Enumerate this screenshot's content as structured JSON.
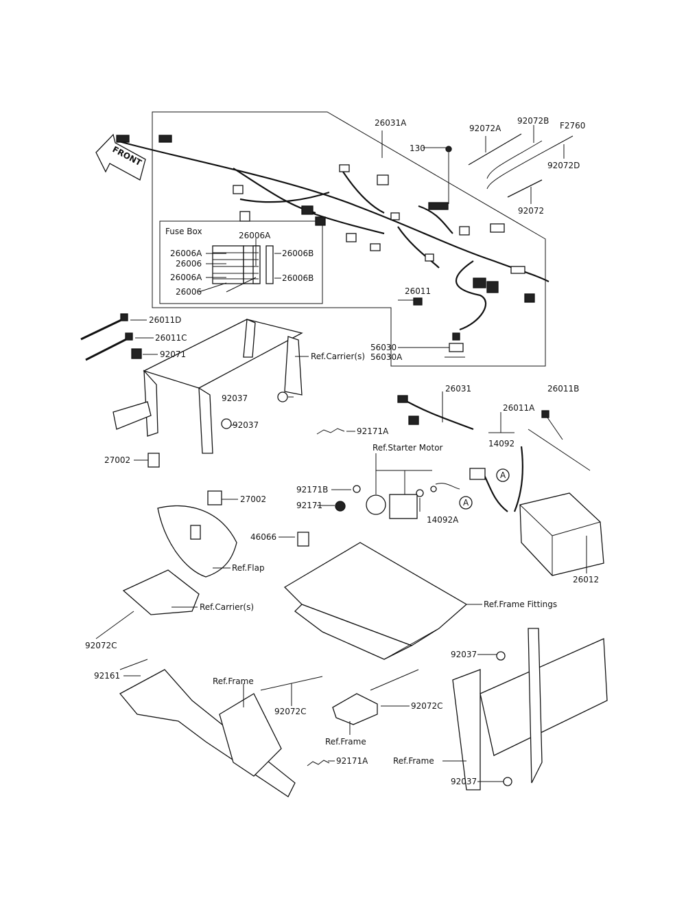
{
  "front_arrow": {
    "label": "FRONT",
    "icon": "front-arrow-icon"
  },
  "fuse_box": {
    "title": "Fuse Box",
    "labels": [
      "26006A",
      "26006A",
      "26006",
      "26006A",
      "26006",
      "26006B",
      "26006B"
    ]
  },
  "harness_box": {
    "labels": [
      "26031A",
      "130",
      "92072A",
      "92072B",
      "F2760",
      "92072D",
      "92072",
      "26011",
      "56030",
      "56030A"
    ]
  },
  "callouts": [
    "26011D",
    "26011C",
    "92071",
    "Ref.Carrier(s)",
    "26031",
    "26011B",
    "92037",
    "92037",
    "92171A",
    "26011A",
    "14092",
    "Ref.Starter Motor",
    "27002",
    "27002",
    "92171B",
    "92171",
    "14092A",
    "46066",
    "Ref.Flap",
    "26012",
    "Ref.Carrier(s)",
    "Ref.Frame Fittings",
    "92072C",
    "92037",
    "92161",
    "Ref.Frame",
    "92072C",
    "92072C",
    "Ref.Frame",
    "92171A",
    "Ref.Frame",
    "92037"
  ],
  "connector_marker": "A"
}
